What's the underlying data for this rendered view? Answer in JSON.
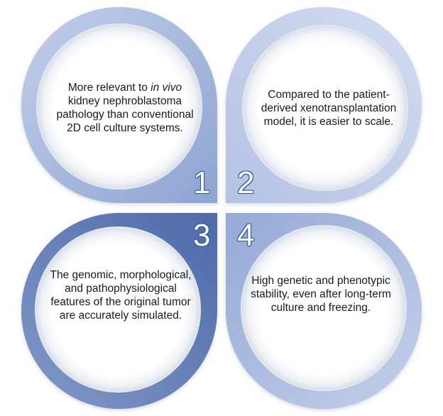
{
  "quadrants": [
    {
      "number": "1",
      "text_before": "More relevant to ",
      "text_italic": "in vivo",
      "text_after": " kidney nephroblastoma pathology than conventional 2D cell culture systems.",
      "color": "#9fb1d8"
    },
    {
      "number": "2",
      "text": "Compared to the patient-derived xenotransplantation model, it is easier to scale.",
      "color": "#c2cde8"
    },
    {
      "number": "3",
      "text": "The genomic, morphological, and pathophysiological features of the original tumor are accurately simulated.",
      "color": "#6b85bb"
    },
    {
      "number": "4",
      "text": "High genetic and phenotypic stability, even after long-term culture and freezing.",
      "color": "#a9b9dd"
    }
  ]
}
